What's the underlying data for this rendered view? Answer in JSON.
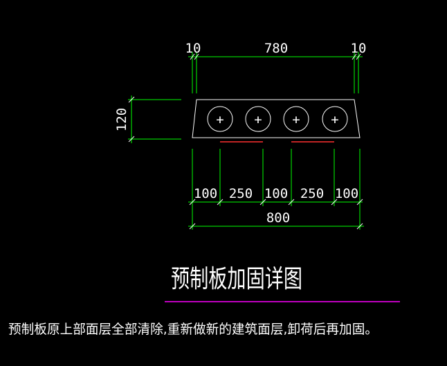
{
  "dimensions": {
    "top_left": "10",
    "top_middle": "780",
    "top_right": "10",
    "height": "120",
    "seg_1": "100",
    "seg_2": "250",
    "seg_3": "100",
    "seg_4": "250",
    "seg_5": "100",
    "total": "800"
  },
  "hole_symbol": "+",
  "title": "预制板加固详图",
  "note": "预制板原上部面层全部清除,重新做新的建筑面层,卸荷后再加固。",
  "colors": {
    "background": "#000000",
    "dimension_lines": "#00ff00",
    "outline": "#ffffff",
    "reinforcement": "#ff3030",
    "title_underline": "#ff00ff"
  }
}
